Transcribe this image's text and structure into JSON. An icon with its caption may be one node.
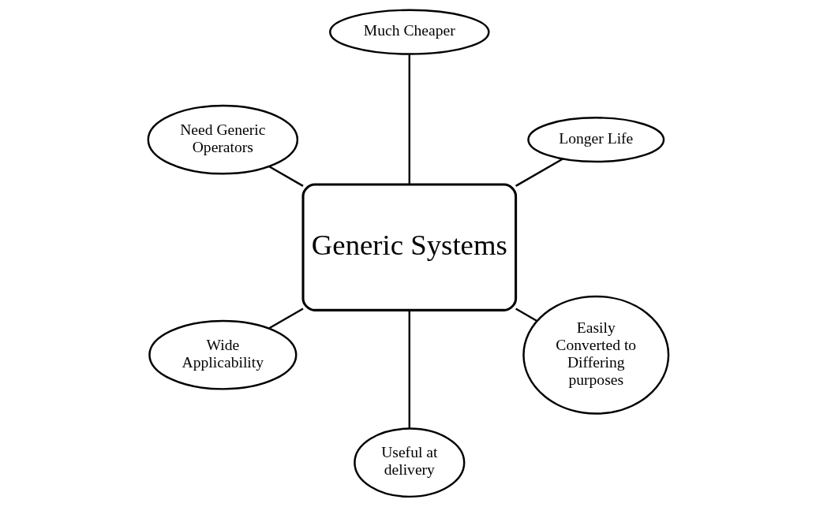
{
  "diagram": {
    "nodes": [
      {
        "text": [
          "Generic Systems"
        ]
      },
      {
        "text": [
          "Longer Life"
        ]
      },
      {
        "text": [
          "Much Cheaper"
        ]
      },
      {
        "text": [
          "Need Generic Operators"
        ]
      },
      {
        "text": [
          "Wide Applicability"
        ]
      },
      {
        "text": [
          "Useful at delivery"
        ]
      },
      {
        "text": [
          "Easily Converted to Differing purposes"
        ]
      }
    ],
    "edges": [
      {
        "from": 0,
        "to": 1,
        "arrow": "none"
      },
      {
        "from": 0,
        "to": 2,
        "arrow": "none"
      },
      {
        "from": 0,
        "to": 3,
        "arrow": "none"
      },
      {
        "from": 0,
        "to": 4,
        "arrow": "none"
      },
      {
        "from": 0,
        "to": 5,
        "arrow": "none"
      },
      {
        "from": 0,
        "to": 6,
        "arrow": "none"
      }
    ]
  }
}
